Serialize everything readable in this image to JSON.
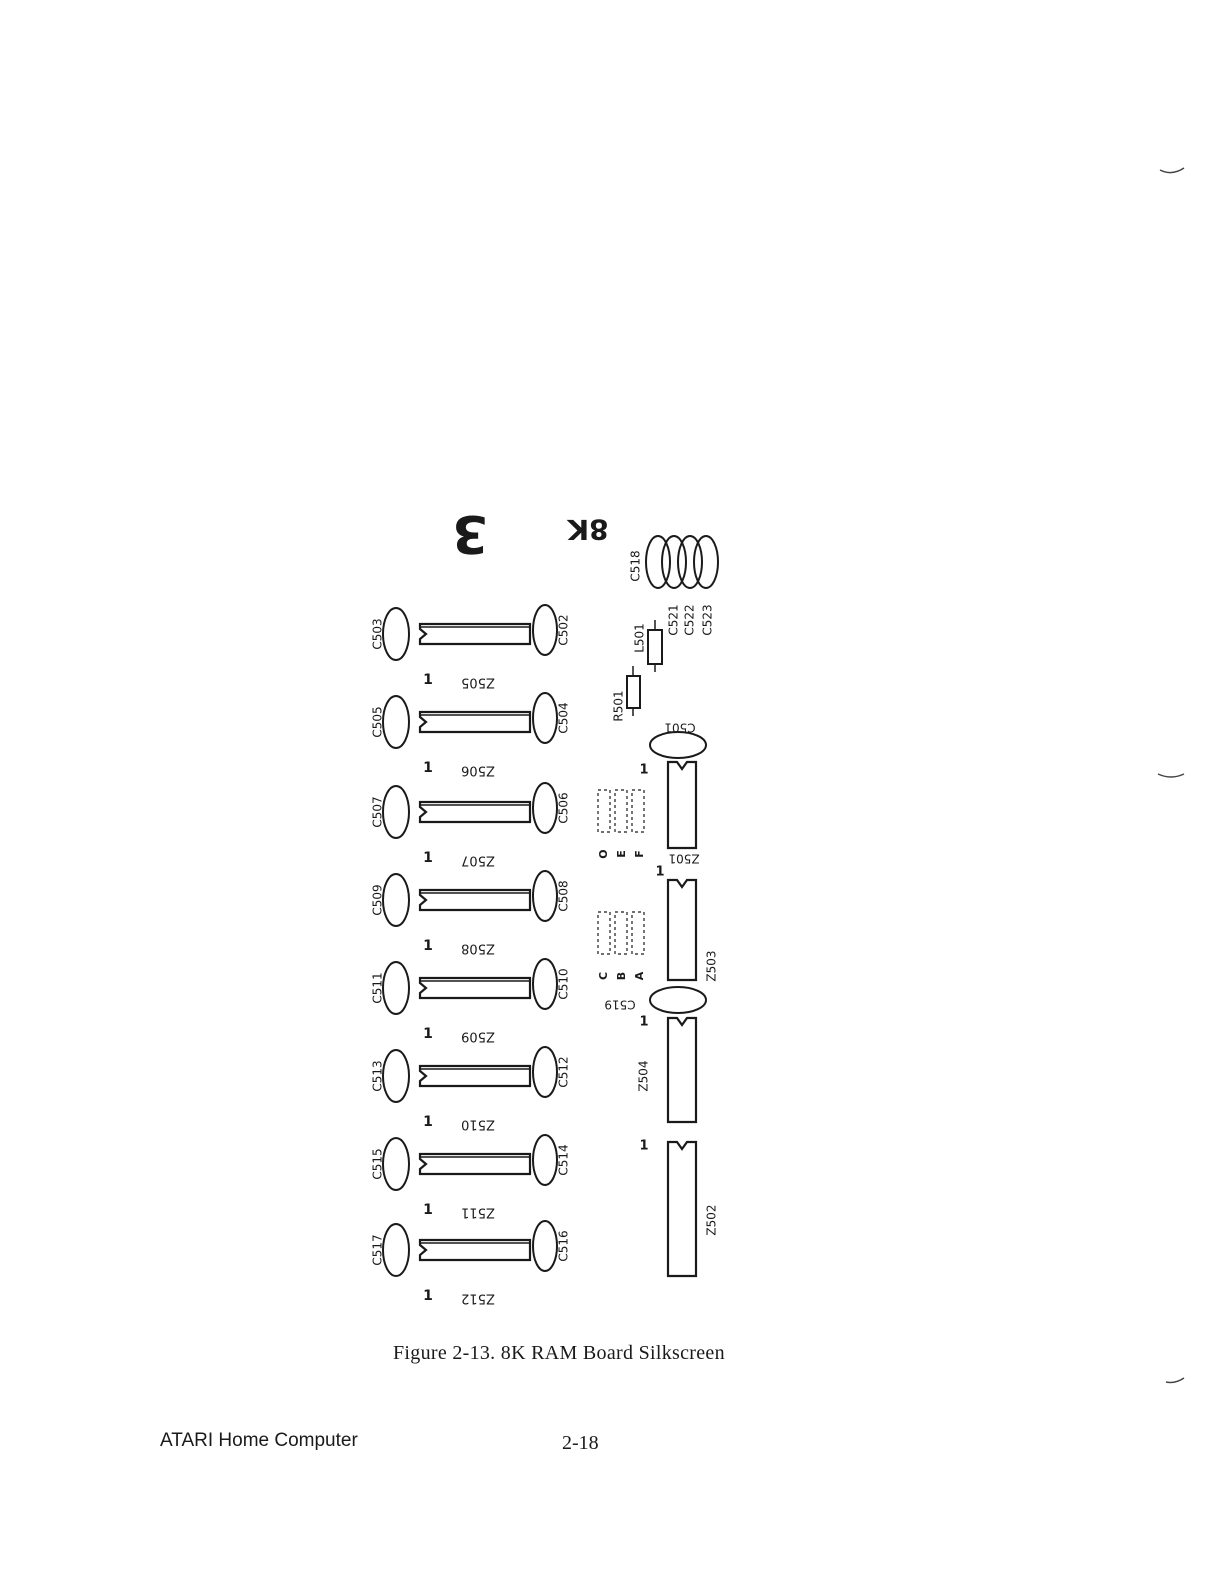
{
  "board": {
    "number": "3",
    "size_label": "8K"
  },
  "memory_chips": [
    "Z505",
    "Z506",
    "Z507",
    "Z508",
    "Z509",
    "Z510",
    "Z511",
    "Z512"
  ],
  "left_capacitors": [
    "C503",
    "C505",
    "C507",
    "C509",
    "C511",
    "C513",
    "C515",
    "C517"
  ],
  "right_capacitors": [
    "C502",
    "C504",
    "C506",
    "C508",
    "C510",
    "C512",
    "C514",
    "C516"
  ],
  "right_column": {
    "resistor": "R501",
    "inductor": "L501",
    "cap_group": [
      "C518",
      "C521",
      "C522",
      "C523"
    ],
    "cap_c501": "C501",
    "cap_c519": "C519",
    "chips": [
      "Z501",
      "Z503",
      "Z504",
      "Z502"
    ],
    "jumpers_top": [
      "O",
      "E",
      "F"
    ],
    "jumpers_bottom": [
      "C",
      "B",
      "A"
    ]
  },
  "pin_one_marker": "1",
  "caption": "Figure 2-13.  8K RAM Board Silkscreen",
  "footer": {
    "left": "ATARI Home Computer",
    "page": "2-18"
  }
}
